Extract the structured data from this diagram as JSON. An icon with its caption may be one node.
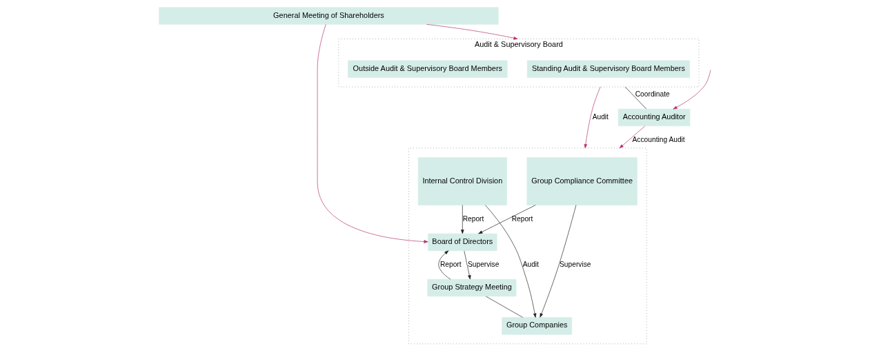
{
  "diagram": {
    "nodes": [
      {
        "text": [
          "General Meeting of Shareholders"
        ]
      },
      {
        "text": [],
        "shape": "box"
      },
      {
        "text": [
          "Group Compliance Committee"
        ],
        "in": 1
      },
      {
        "text": [
          "Board of Directors"
        ],
        "in": 1
      },
      {
        "text": [
          "Group Strategy Meeting"
        ],
        "in": 1
      },
      {
        "text": [
          "Group Companies"
        ],
        "in": 1
      },
      {
        "text": [
          "Internal Control Division"
        ],
        "in": 1
      },
      {
        "text": [
          "Audit & Supervisory Board"
        ]
      },
      {
        "text": [
          "Standing Audit & Supervisory Board Members"
        ],
        "in": 7
      },
      {
        "text": [
          "Outside Audit & Supervisory Board Members"
        ],
        "in": 7
      },
      {
        "text": [
          "Accounting Auditor"
        ]
      }
    ],
    "edges": [
      {
        "from": 0,
        "to": 3,
        "arrow": "to",
        "color": "#b5306f"
      },
      {
        "from": 0,
        "to": 7,
        "arrow": "to",
        "color": "#b5306f"
      },
      {
        "from": 2,
        "to": 3,
        "arrow": "to",
        "label": "Report"
      },
      {
        "from": 6,
        "to": 3,
        "arrow": "to",
        "label": "Report"
      },
      {
        "from": 3,
        "to": 4,
        "arrow": "to",
        "label": "Supervise"
      },
      {
        "from": 4,
        "to": 3,
        "arrow": "to",
        "label": "Report"
      },
      {
        "from": 7,
        "to": 1,
        "arrow": "to",
        "label": "Audit",
        "color": "#b5306f"
      },
      {
        "from": 4,
        "to": 5,
        "arrow": "none"
      },
      {
        "from": 2,
        "to": 5,
        "arrow": "to",
        "label": "Supervise"
      },
      {
        "from": 6,
        "to": 5,
        "arrow": "to",
        "label": "Audit"
      },
      {
        "from": 7,
        "to": 10,
        "arrow": "none",
        "label": "Coordinate"
      },
      {
        "from": 10,
        "to": 1,
        "arrow": "to",
        "label": "Accounting Audit",
        "color": "#b5306f"
      },
      {
        "from": null,
        "to": 10,
        "arrow": "to",
        "color": "#b5306f"
      }
    ]
  }
}
